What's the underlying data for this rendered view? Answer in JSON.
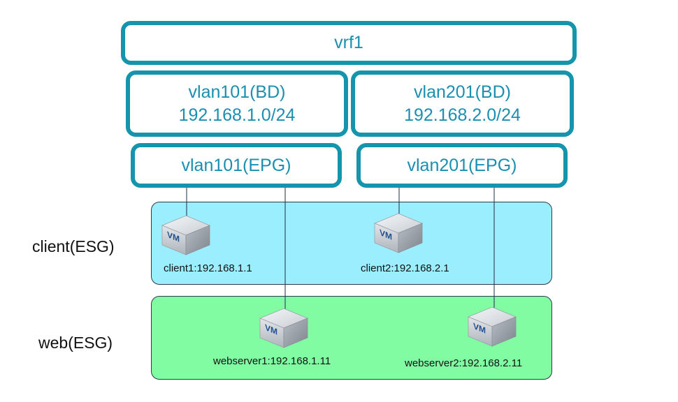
{
  "colors": {
    "box_border": "#1595ab",
    "box_text": "#1a8fb0",
    "client_zone": "#9beefd",
    "web_zone": "#82fca3",
    "connector": "#1c2c45"
  },
  "vrf": {
    "label": "vrf1"
  },
  "bridge_domains": [
    {
      "label": "vlan101(BD)",
      "subnet": "192.168.1.0/24"
    },
    {
      "label": "vlan201(BD)",
      "subnet": "192.168.2.0/24"
    }
  ],
  "epgs": [
    {
      "label": "vlan101(EPG)"
    },
    {
      "label": "vlan201(EPG)"
    }
  ],
  "esgs": [
    {
      "label": "client(ESG)"
    },
    {
      "label": "web(ESG)"
    }
  ],
  "vms": [
    {
      "icon": "vm-icon",
      "badge": "VM",
      "label": "client1:192.168.1.1"
    },
    {
      "icon": "vm-icon",
      "badge": "VM",
      "label": "client2:192.168.2.1"
    },
    {
      "icon": "vm-icon",
      "badge": "VM",
      "label": "webserver1:192.168.1.11"
    },
    {
      "icon": "vm-icon",
      "badge": "VM",
      "label": "webserver2:192.168.2.11"
    }
  ]
}
